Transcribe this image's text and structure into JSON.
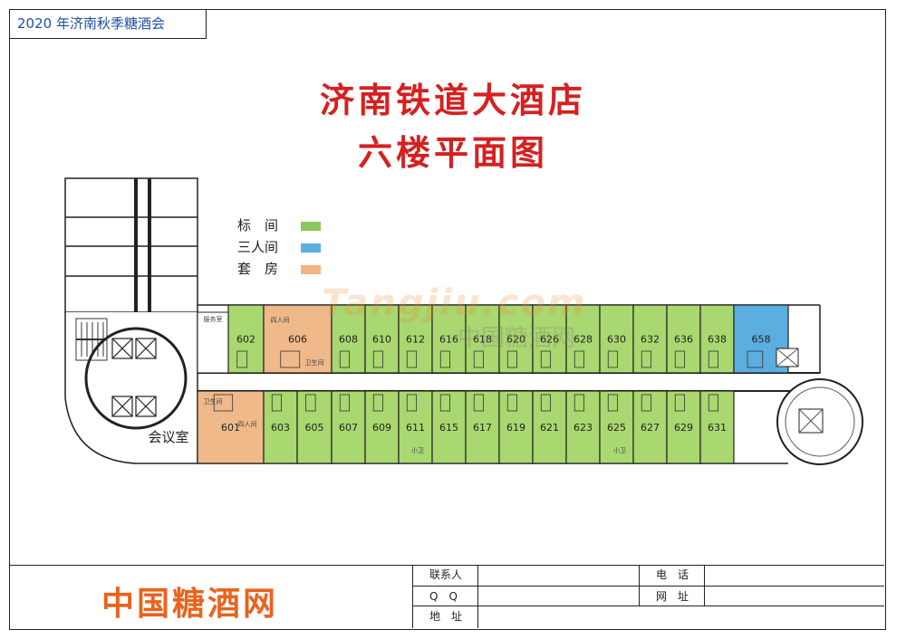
{
  "header": {
    "event": "2020 年济南秋季糖酒会"
  },
  "title": {
    "line1": "济南铁道大酒店",
    "line2": "六楼平面图"
  },
  "legend": [
    {
      "label": "标　间",
      "color": "#8cc95a"
    },
    {
      "label": "三人间",
      "color": "#5aaee0"
    },
    {
      "label": "套　房",
      "color": "#f3b583"
    }
  ],
  "watermark": {
    "latin": "Tangjiu.com",
    "cn": "中国糖酒网"
  },
  "colors": {
    "standard": "#a9d770",
    "triple": "#5aaee0",
    "suite": "#f0b98a",
    "wall": "#222222"
  },
  "plan": {
    "meeting_room": "会议室",
    "service_room": "服务室",
    "bath": "卫生间",
    "four_person": "四人间",
    "small_bath": "小卫",
    "top_rooms": [
      "602",
      "606",
      "608",
      "610",
      "612",
      "616",
      "618",
      "620",
      "626",
      "628",
      "630",
      "632",
      "636",
      "638",
      "658"
    ],
    "bottom_rooms": [
      "601",
      "603",
      "605",
      "607",
      "609",
      "611",
      "615",
      "617",
      "619",
      "621",
      "623",
      "625",
      "627",
      "629",
      "631"
    ]
  },
  "footer": {
    "brand": "中国糖酒网",
    "contact_label": "联系人",
    "qq_label": "Q　Q",
    "address_label": "地　址",
    "phone_label": "电　话",
    "website_label": "网　址"
  }
}
